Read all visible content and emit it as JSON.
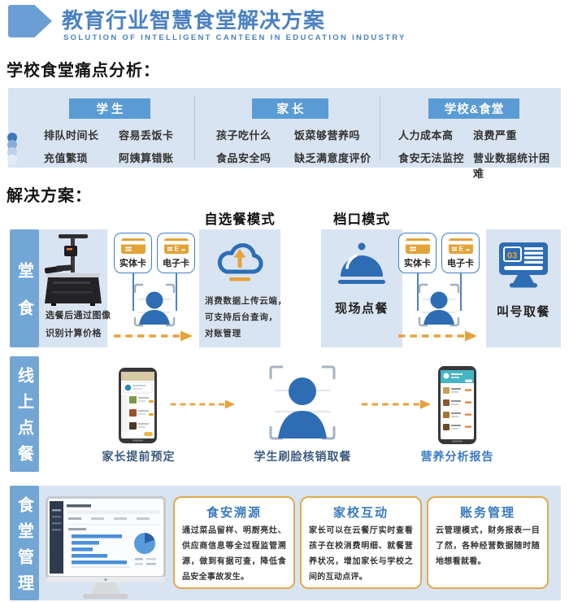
{
  "header": {
    "title": "教育行业智慧食堂解决方案",
    "subtitle": "SOLUTION OF INTELLIGENT CANTEEN IN EDUCATION INDUSTRY"
  },
  "pain": {
    "heading": "学校食堂痛点分析：",
    "groups": [
      {
        "label": "学生",
        "items": [
          "排队时间长",
          "容易丢饭卡",
          "充值繁琐",
          "阿姨算错账"
        ]
      },
      {
        "label": "家长",
        "items": [
          "孩子吃什么",
          "饭菜够营养吗",
          "食品安全吗",
          "缺乏满意度评价"
        ]
      },
      {
        "label": "学校&食堂",
        "items": [
          "人力成本高",
          "浪费严重",
          "食安无法监控",
          "营业数据统计困难"
        ]
      }
    ]
  },
  "solution": {
    "heading": "解决方案：",
    "dine_in": {
      "row_label": "堂食",
      "machine_caption": [
        "选餐后通过图像",
        "识别计算价格"
      ],
      "self_select_title": "自选餐模式",
      "stall_title": "档口模式",
      "physical_card": "实体卡",
      "electronic_card": "电子卡",
      "cloud_lines": [
        "消费数据上传云端，",
        "可支持后台查询，",
        "对账管理"
      ],
      "onsite_label": "现场点餐",
      "queue_number": "03",
      "queue_label": "叫号取餐"
    },
    "online": {
      "row_label": "线上点餐",
      "step1": "家长提前预定",
      "step2": "学生刷脸核销取餐",
      "step3": "营养分析报告"
    },
    "management": {
      "row_label": "食堂管理",
      "cards": [
        {
          "title": "食安溯源",
          "body": "通过菜品留样、明厨亮灶、供应商信息等全过程监管溯源，做到有据可查，降低食品安全事故发生。"
        },
        {
          "title": "家校互动",
          "body": "家长可以在云餐厅实时查看孩子在校消费明细、就餐营养状况，增加家长与学校之间的互动点评。"
        },
        {
          "title": "账务管理",
          "body": "云管理模式，财务报表一目了然，各种经营数据随时随地想看就看。"
        }
      ]
    }
  },
  "colors": {
    "title_blue": "#4a81c2",
    "arrow_blue": "#6b9ed4",
    "band_blue": "#73a6d4",
    "chip_blue": "#5b9bd5",
    "panel_blue": "#d8e4f1",
    "icon_blue": "#2e6db4",
    "gold": "#e6a23c",
    "card_border_gold": "#e2a94d",
    "card_title_blue": "#3a7abf"
  }
}
